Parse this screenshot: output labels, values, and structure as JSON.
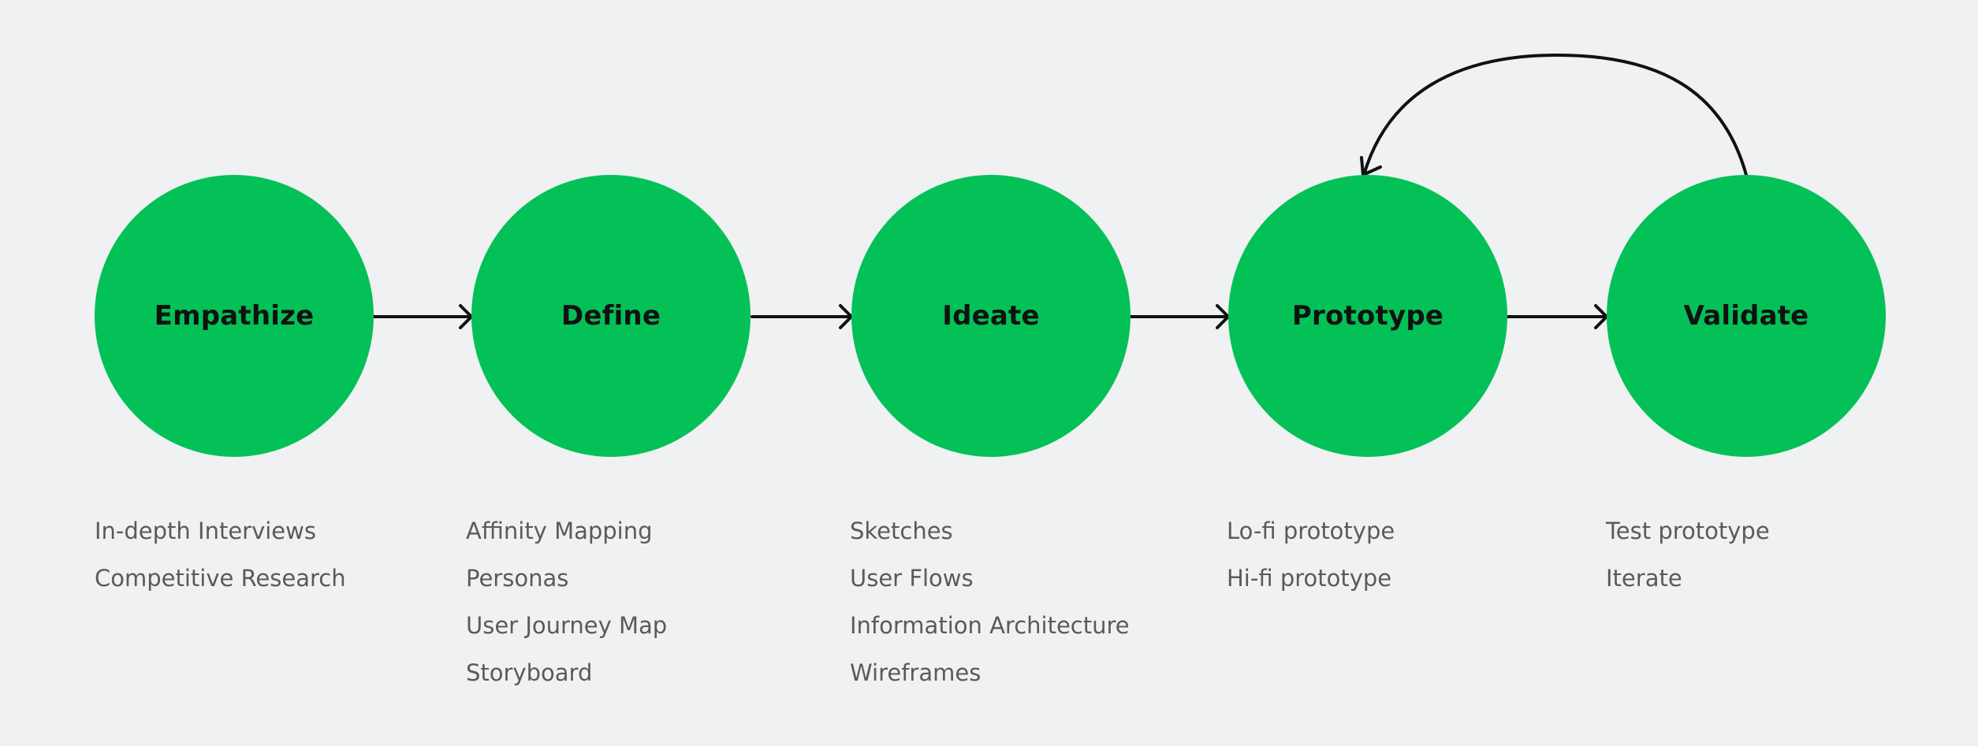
{
  "stages": [
    {
      "title": "Empathize",
      "activities": [
        "In-depth Interviews",
        "Competitive Research"
      ]
    },
    {
      "title": "Define",
      "activities": [
        "Affinity Mapping",
        "Personas",
        "User Journey Map",
        "Storyboard"
      ]
    },
    {
      "title": "Ideate",
      "activities": [
        "Sketches",
        "User Flows",
        "Information Architecture",
        "Wireframes"
      ]
    },
    {
      "title": "Prototype",
      "activities": [
        "Lo-fi prototype",
        "Hi-fi prototype"
      ]
    },
    {
      "title": "Validate",
      "activities": [
        "Test prototype",
        "Iterate"
      ]
    }
  ],
  "colors": {
    "stage_fill": "#03c157",
    "stage_text": "#111111",
    "activity_text": "#5a5a5a",
    "connector": "#111111",
    "background": "#f0f1f3"
  },
  "icons": {
    "forward_connector": "arrow-right-icon",
    "feedback_loop": "loop-back-arrow-icon"
  }
}
